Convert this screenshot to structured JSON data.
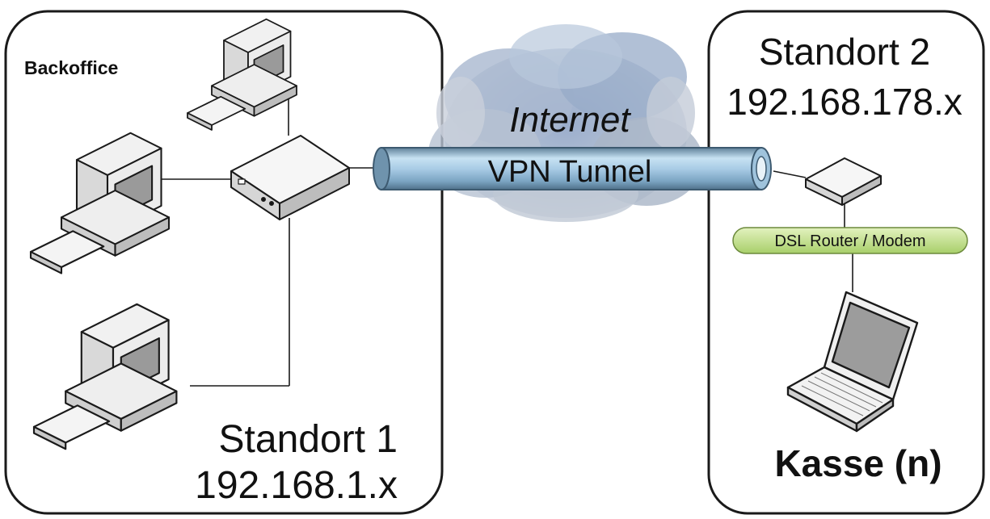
{
  "site1": {
    "group_label": "Backoffice",
    "name": "Standort 1",
    "network": "192.168.1.x"
  },
  "cloud": {
    "label": "Internet",
    "tunnel_label": "VPN Tunnel"
  },
  "site2": {
    "name": "Standort 2",
    "network": "192.168.178.x",
    "router_label": "DSL Router / Modem",
    "client_label": "Kasse (n)"
  },
  "colors": {
    "box_stroke": "#1a1a1a",
    "tunnel": "#a9cce6",
    "tunnel_dark": "#5b7f9c",
    "cloud": "#b8c4d6",
    "router_pill": "#c9e39a"
  }
}
